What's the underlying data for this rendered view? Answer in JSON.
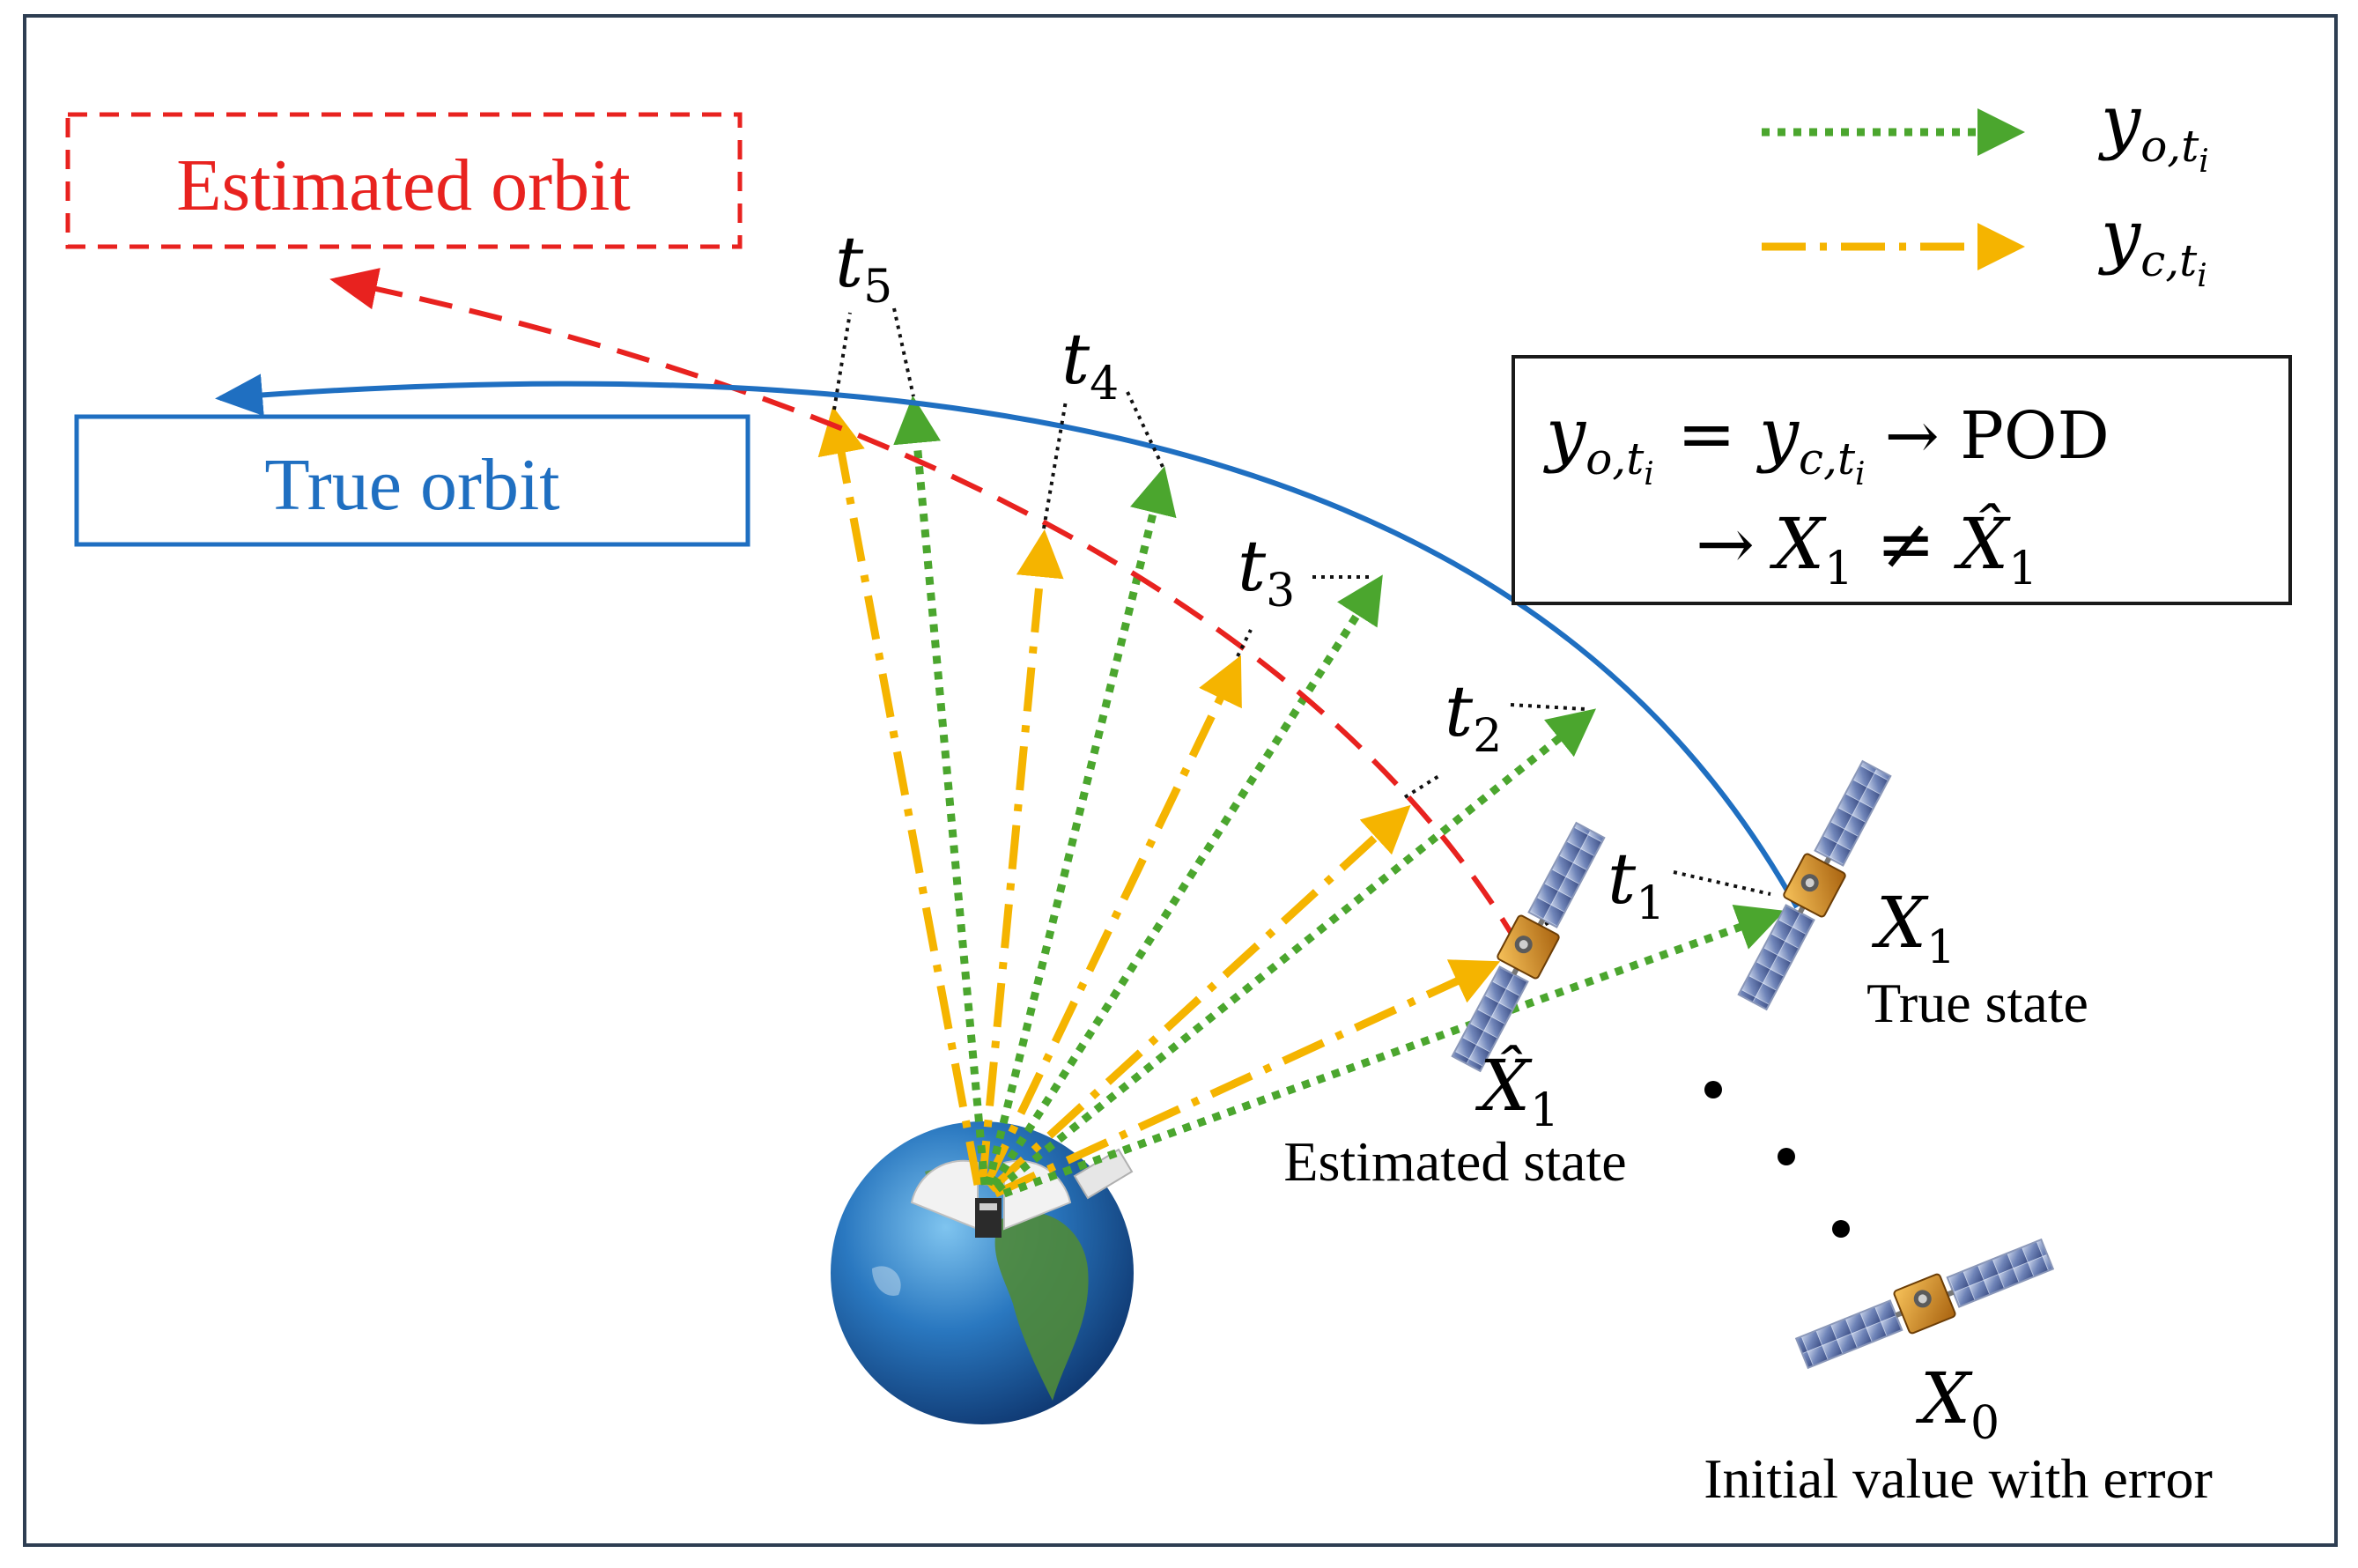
{
  "labels": {
    "estimated_orbit": "Estimated orbit",
    "true_orbit": "True orbit",
    "true_state": "True state",
    "estimated_state": "Estimated state",
    "initial_value": "Initial value with error",
    "x_symbol": "X",
    "x_hat_symbol": "X̂",
    "sub_1": "1",
    "sub_0": "0"
  },
  "time_labels": [
    {
      "t": "t",
      "sub": "1"
    },
    {
      "t": "t",
      "sub": "2"
    },
    {
      "t": "t",
      "sub": "3"
    },
    {
      "t": "t",
      "sub": "4"
    },
    {
      "t": "t",
      "sub": "5"
    }
  ],
  "legend": {
    "observed": {
      "y": "y",
      "sub": "o,t",
      "subsub": "i"
    },
    "computed": {
      "y": "y",
      "sub": "c,t",
      "subsub": "i"
    }
  },
  "equation": {
    "line1_lhs_y": "y",
    "line1_lhs_sub": "o,t",
    "line1_lhs_subsub": "i",
    "equals": "=",
    "line1_rhs_y": "y",
    "line1_rhs_sub": "c,t",
    "line1_rhs_subsub": "i",
    "arrow_pod": "→ POD",
    "line2_arrow": "→",
    "line2_x": "X",
    "line2_sub": "1",
    "line2_neq": "≠",
    "line2_xhat": "X̂",
    "line2_hat_sub": "1"
  },
  "colors": {
    "estimated": "#e8221f",
    "true": "#1f6fc1",
    "observed": "#4ba62e",
    "computed": "#f5b400",
    "frame": "#2e3e52"
  },
  "icons": [
    "earth-icon",
    "ground-station-icon",
    "satellite-icon"
  ]
}
